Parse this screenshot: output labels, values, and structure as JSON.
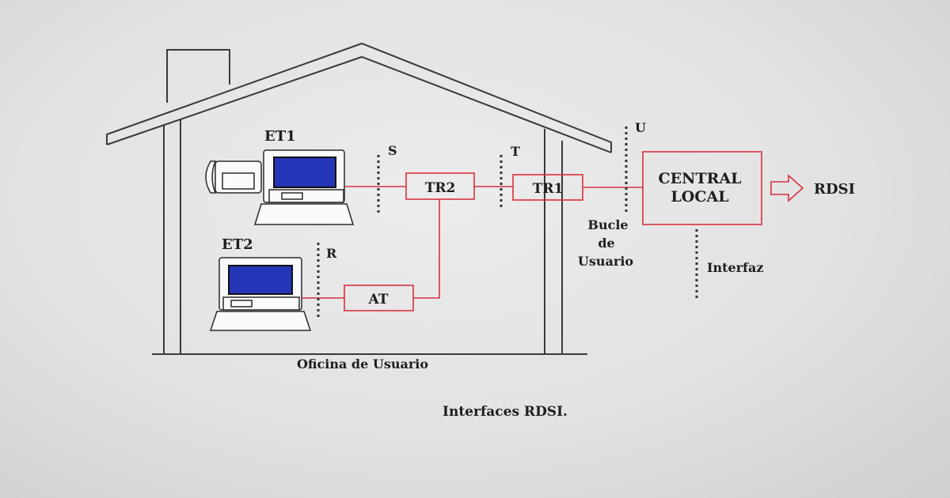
{
  "diagram": {
    "title": "Interfaces RDSI.",
    "office_label": "Oficina de Usuario",
    "terminals": {
      "et1": "ET1",
      "et2": "ET2"
    },
    "boxes": {
      "tr2": "TR2",
      "tr1": "TR1",
      "at": "AT",
      "central_line1": "CENTRAL",
      "central_line2": "LOCAL"
    },
    "network": "RDSI",
    "reference_points": {
      "s": "S",
      "t": "T",
      "u": "U",
      "r": "R"
    },
    "loop_label": [
      "Bucle",
      "de",
      "Usuario"
    ],
    "interface_label": "Interfaz",
    "colors": {
      "link": "#d8323c",
      "screen": "#2535b8",
      "wall": "#3a3a3a"
    }
  }
}
